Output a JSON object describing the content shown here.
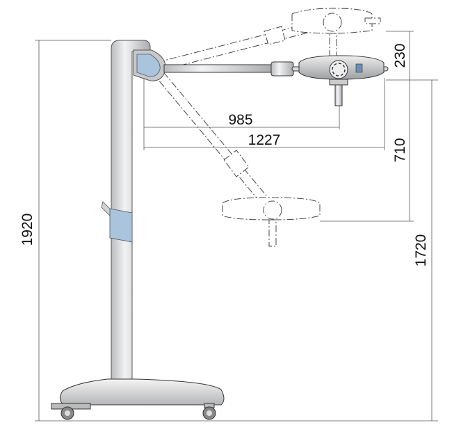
{
  "title": "Mobile surgical lamp dimension drawing",
  "dimensions": {
    "total_height": "1920",
    "arm_pivot_height": "1720",
    "upper_travel": "230",
    "lower_travel": "710",
    "reach_short": "985",
    "reach_long": "1227"
  },
  "colors": {
    "body": "#d9dadc",
    "joint_blue": "#a9c4dc",
    "line": "#333333"
  }
}
